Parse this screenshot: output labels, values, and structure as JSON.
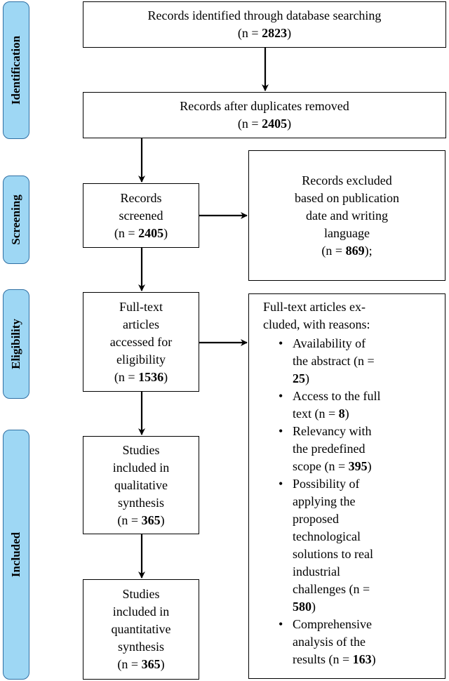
{
  "stages": {
    "identification": "Identification",
    "screening": "Screening",
    "eligibility": "Eligibility",
    "included": "Included"
  },
  "boxes": {
    "identified": {
      "lines": [
        "Records identified through database searching"
      ],
      "count_prefix": "(n = ",
      "count": "2823",
      "count_suffix": ")"
    },
    "duplicates_removed": {
      "lines": [
        "Records after duplicates removed"
      ],
      "count_prefix": "(n = ",
      "count": "2405",
      "count_suffix": ")"
    },
    "screened": {
      "lines": [
        "Records",
        "screened"
      ],
      "count_prefix": "(n = ",
      "count": "2405",
      "count_suffix": ")"
    },
    "excluded": {
      "lines": [
        "Records excluded",
        "based on publication",
        "date and writing",
        "language"
      ],
      "count_prefix": "(n = ",
      "count": "869",
      "count_suffix": ");"
    },
    "fulltext": {
      "lines": [
        "Full-text",
        "articles",
        "accessed for",
        "eligibility"
      ],
      "count_prefix": "(n = ",
      "count": "1536",
      "count_suffix": ")"
    },
    "qualitative": {
      "lines": [
        "Studies",
        "included in",
        "qualitative",
        "synthesis"
      ],
      "count_prefix": "(n = ",
      "count": "365",
      "count_suffix": ")"
    },
    "quantitative": {
      "lines": [
        "Studies",
        "included in",
        "quantitative",
        "synthesis"
      ],
      "count_prefix": "(n = ",
      "count": "365",
      "count_suffix": ")"
    }
  },
  "reasons": {
    "heading_lines": [
      "Full-text articles ex-",
      "cluded, with reasons:"
    ],
    "items": [
      {
        "lines": [
          "Availability of",
          "the abstract (n ="
        ],
        "count": "25",
        "suffix": ")"
      },
      {
        "lines": [
          "Access to the full",
          "text (n = "
        ],
        "count": "8",
        "suffix": ")"
      },
      {
        "lines": [
          "Relevancy with",
          "the predefined",
          "scope (n = "
        ],
        "count": "395",
        "suffix": ")"
      },
      {
        "lines": [
          "Possibility of",
          "applying the",
          "proposed",
          "technological",
          "solutions to real",
          "industrial",
          "challenges (n ="
        ],
        "count": "580",
        "suffix": ")"
      },
      {
        "lines": [
          "Comprehensive",
          "analysis of the",
          "results (n = "
        ],
        "count": "163",
        "suffix": ")"
      }
    ]
  }
}
